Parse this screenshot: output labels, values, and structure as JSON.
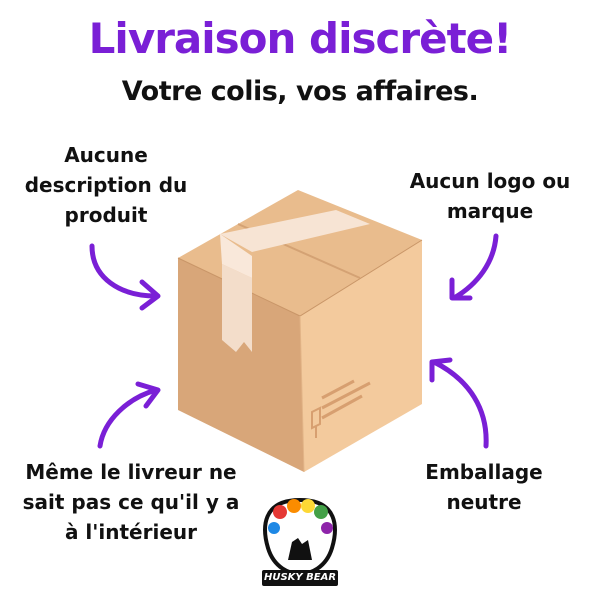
{
  "header": {
    "title": "Livraison discrète!",
    "subtitle": "Votre colis, vos affaires."
  },
  "callouts": {
    "no_description": [
      "Aucune",
      "description du",
      "produit"
    ],
    "no_logo": [
      "Aucun logo ou",
      "marque"
    ],
    "courier": [
      "Même le livreur ne",
      "sait pas ce qu'il y a",
      "à l'intérieur"
    ],
    "neutral": [
      "Emballage",
      "neutre"
    ]
  },
  "brand": {
    "name": "HUSKY BEAR"
  },
  "colors": {
    "accent": "#7a1fd6",
    "box_left": "#d9a67a",
    "box_right": "#f1c89a",
    "box_top": "#e7b98a",
    "tape": "#f6e2d2"
  },
  "icons": {
    "box": "cardboard-box-icon",
    "logo": "rainbow-paw-icon"
  }
}
